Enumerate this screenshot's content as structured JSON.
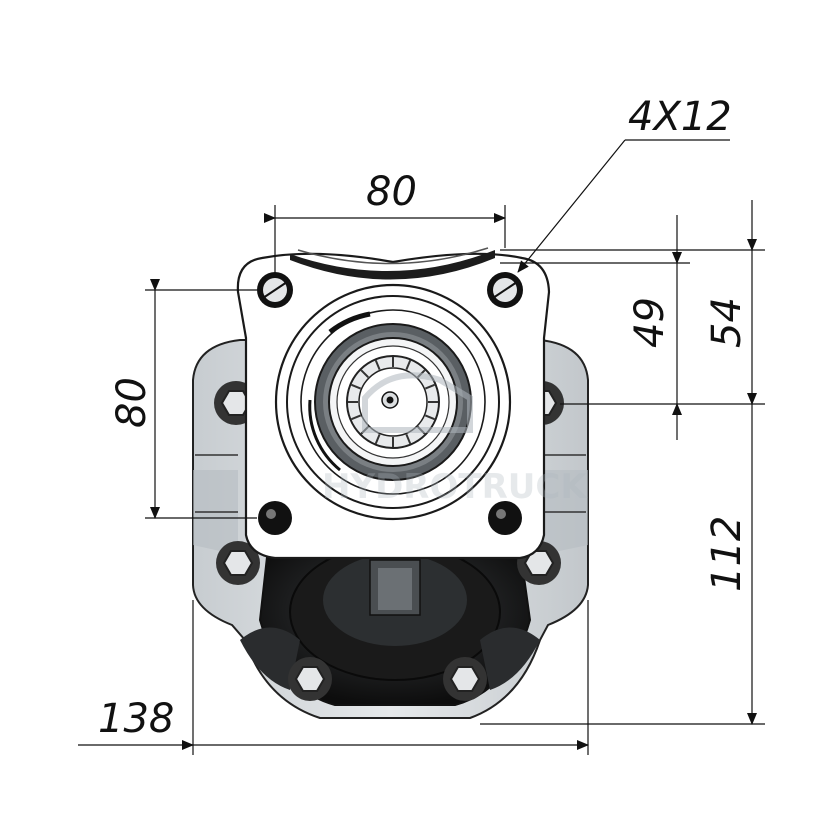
{
  "drawing": {
    "colors": {
      "body_metal": "#d9dde0",
      "body_dark": "#1c1c1c",
      "flange": "#ffffff",
      "bearing_ring": "#5a5f63",
      "hex_bolt": "#e4e6e8",
      "watermark": "#aeb6bd"
    },
    "dimensions": {
      "hole_spacing_top": "80",
      "hole_spacing_side": "80",
      "mounting_holes": "4X12",
      "height_49": "49",
      "height_54": "54",
      "height_112": "112",
      "overall_width": "138"
    },
    "watermark_text": "HYDROTRUCK"
  }
}
